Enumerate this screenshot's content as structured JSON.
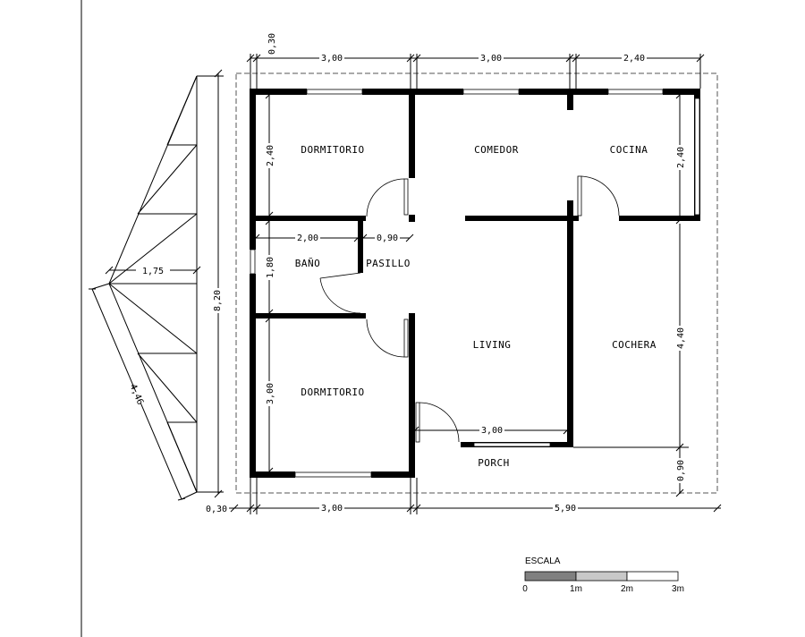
{
  "rooms": {
    "dormitorio_top": "DORMITORIO",
    "comedor": "COMEDOR",
    "cocina": "COCINA",
    "bano": "BAÑO",
    "pasillo": "PASILLO",
    "living": "LIVING",
    "cochera": "COCHERA",
    "dormitorio_bottom": "DORMITORIO",
    "porch": "PORCH"
  },
  "dimensions": {
    "top_wall": "0,30",
    "top_left": "3,00",
    "top_mid": "3,00",
    "top_right": "2,40",
    "left_upper": "2,40",
    "left_mid": "1,80",
    "left_lower": "3,00",
    "right_upper": "2,40",
    "right_lower": "4,40",
    "right_porch": "0,90",
    "bath_width": "2,00",
    "hall_width": "0,90",
    "living_width": "3,00",
    "bottom_wall": "0,30",
    "bottom_left": "3,00",
    "bottom_right": "5,90",
    "total_height": "8,20",
    "roof_half": "1,75",
    "roof_slope": "4,46"
  },
  "scale": {
    "title": "ESCALA",
    "labels": [
      "0",
      "1m",
      "2m",
      "3m"
    ],
    "colors": [
      "#808080",
      "#c8c8c8",
      "#ffffff"
    ]
  }
}
